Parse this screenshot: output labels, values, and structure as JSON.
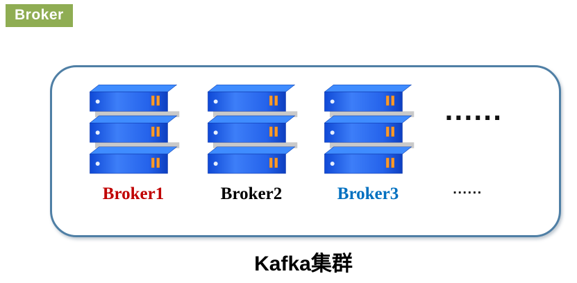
{
  "badge": {
    "label": "Broker"
  },
  "cluster": {
    "brokers": [
      {
        "label": "Broker1",
        "color": "#c00000"
      },
      {
        "label": "Broker2",
        "color": "#000000"
      },
      {
        "label": "Broker3",
        "color": "#0070c0"
      }
    ],
    "ellipsis_servers": "......",
    "ellipsis_labels": "......"
  },
  "caption": "Kafka集群",
  "colors": {
    "badge_bg": "#8fad53",
    "panel_border": "#4f7fa5",
    "server_front_blue": "#2563eb",
    "server_top_blue": "#3f8cff",
    "tray_gray": "#c9c9c9",
    "port_orange": "#ff9a2a"
  }
}
